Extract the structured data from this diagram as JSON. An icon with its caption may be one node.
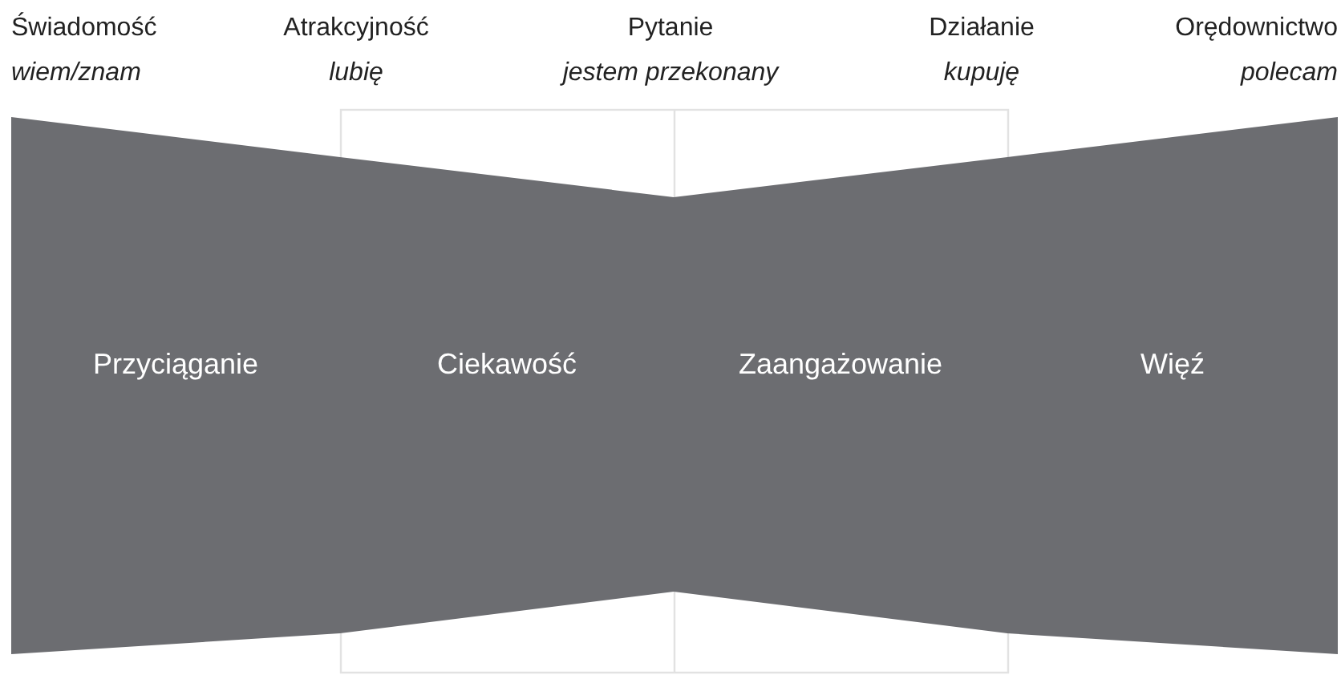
{
  "diagram": {
    "nodes": [
      {
        "text": [
          "Przyciąganie"
        ]
      },
      {
        "text": [
          "Ciekawość"
        ]
      },
      {
        "text": [
          "Zaangażowanie"
        ]
      },
      {
        "text": [
          "Więź"
        ]
      }
    ],
    "labels": [
      "Świadomość",
      "wiem/znam",
      "Atrakcyjność",
      "lubię",
      "Pytanie",
      "jestem przekonany",
      "Działanie",
      "kupuję",
      "Orędownictwo",
      "polecam"
    ]
  }
}
